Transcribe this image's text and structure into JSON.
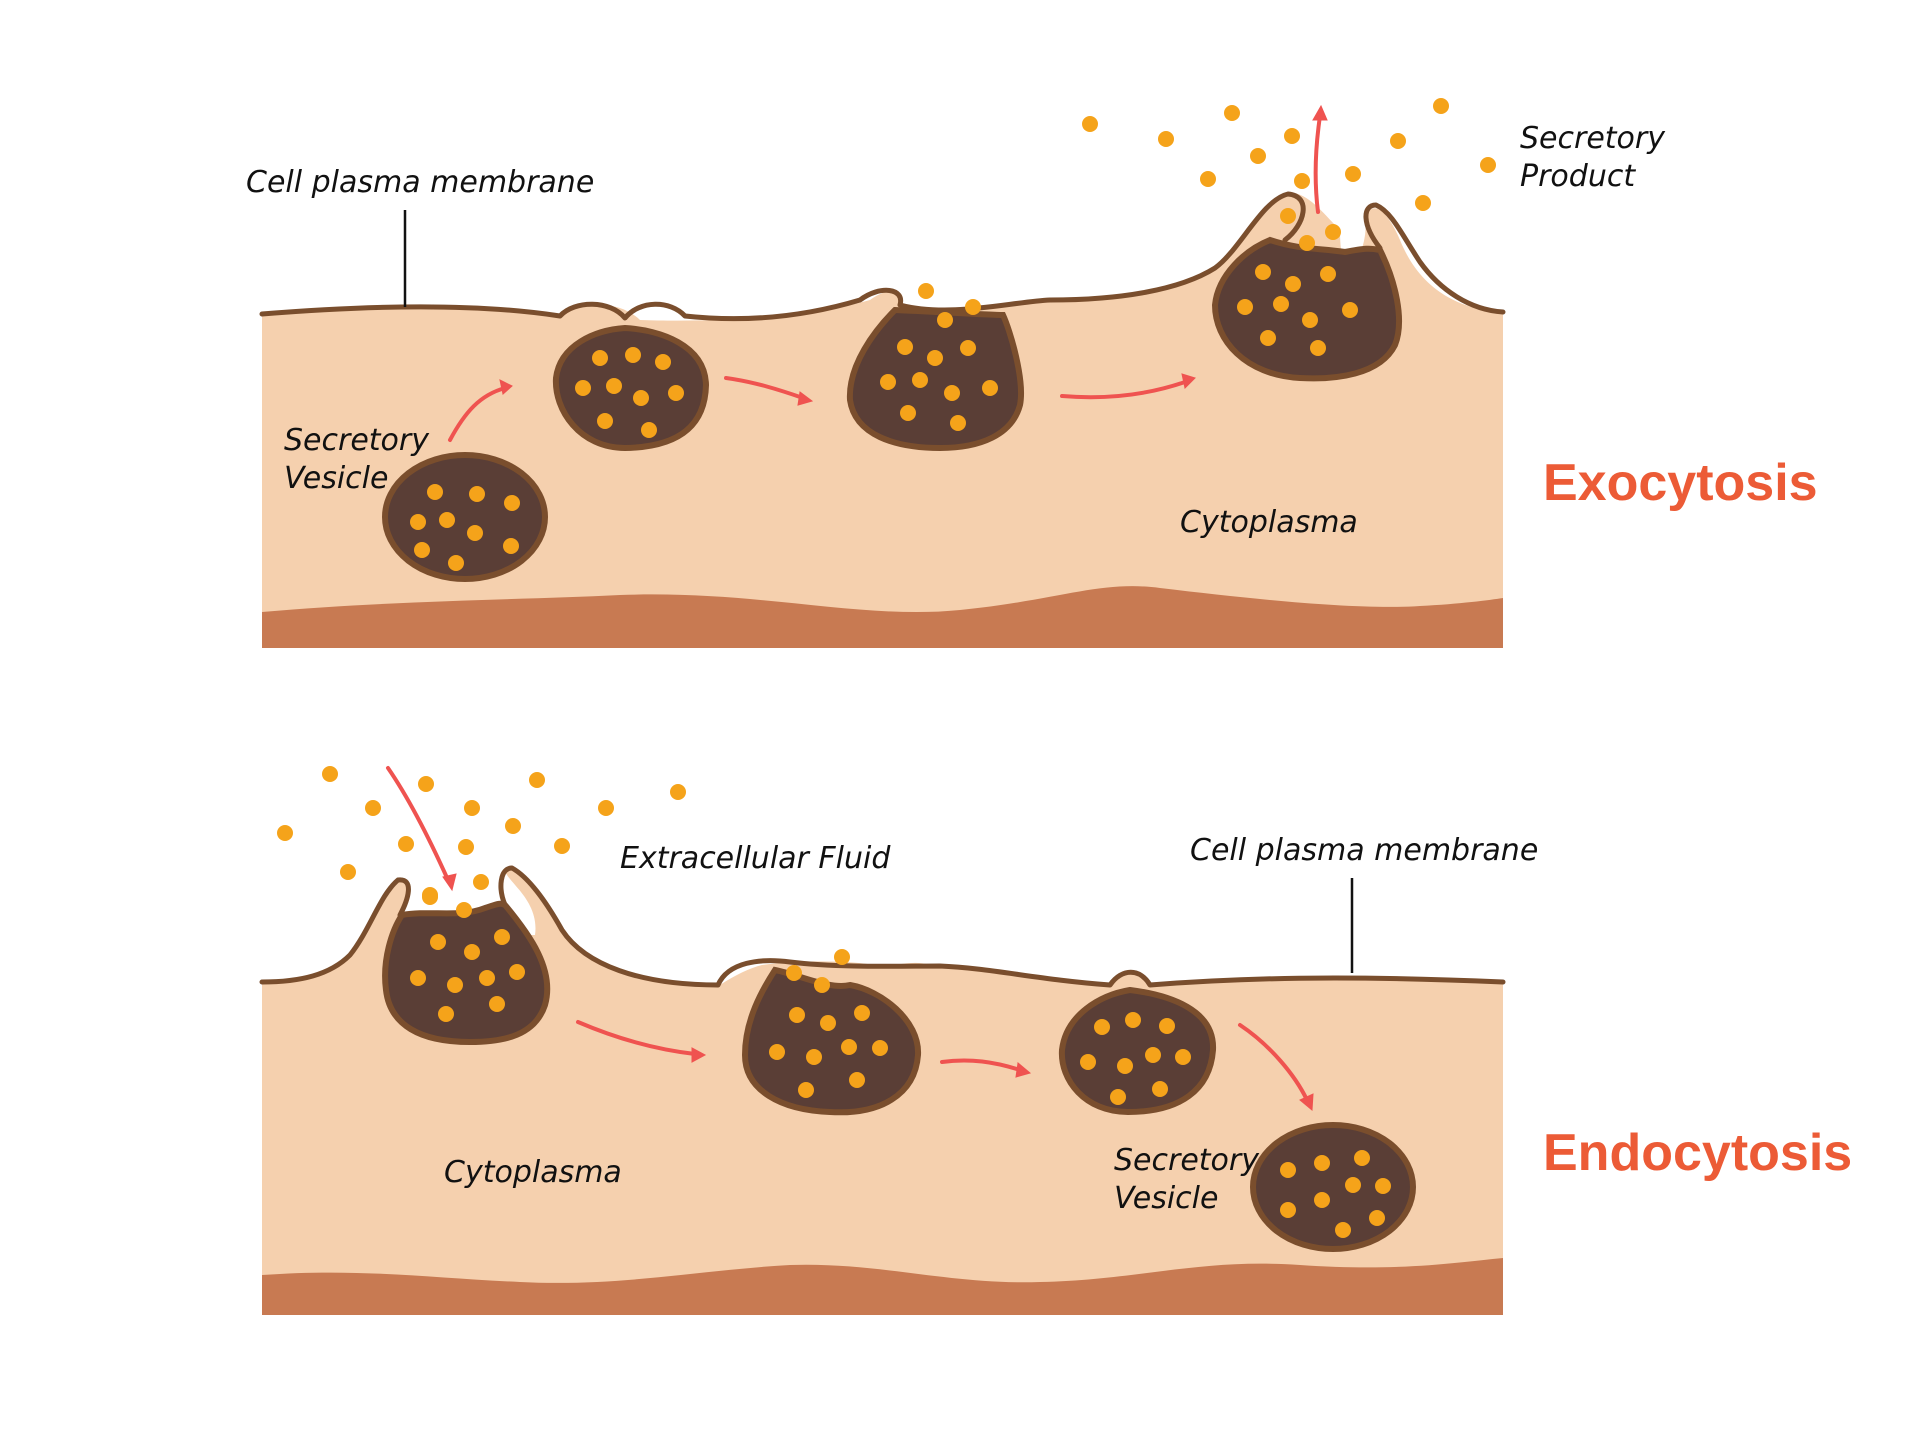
{
  "colors": {
    "cytoplasm": "#f5d0ae",
    "membrane": "#7a4e2d",
    "vesicle_fill": "#5a3e36",
    "particle": "#f5a31a",
    "arrow": "#ef5350",
    "floor": "#c87a52",
    "title": "#ec5b36"
  },
  "exocytosis": {
    "title": "Exocytosis",
    "labels": {
      "membrane": "Cell plasma membrane",
      "vesicle_line1": "Secretory",
      "vesicle_line2": "Vesicle",
      "product_line1": "Secretory",
      "product_line2": "Product",
      "cytoplasm": "Cytoplasma"
    }
  },
  "endocytosis": {
    "title": "Endocytosis",
    "labels": {
      "fluid": "Extracellular Fluid",
      "membrane": "Cell plasma membrane",
      "cytoplasm": "Cytoplasma",
      "vesicle_line1": "Secretory",
      "vesicle_line2": "Vesicle"
    }
  }
}
